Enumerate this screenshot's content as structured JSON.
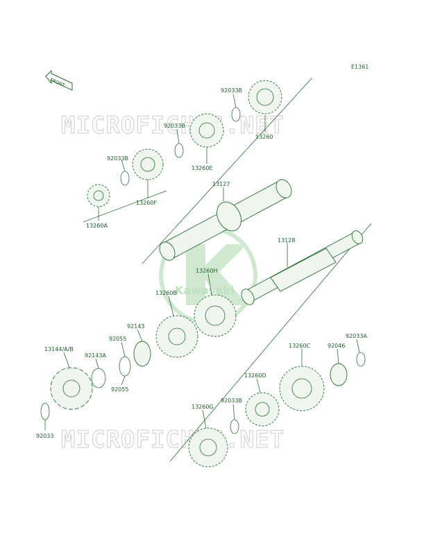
{
  "diagram_code": "E1361",
  "front_label": "FRONT",
  "watermark_text": "MICROFICHES.NET",
  "brand_text": "Kawasaki",
  "colors": {
    "ink": "#2a6a36",
    "watermark": "#d4d4d4",
    "logo": "#cfe8cf"
  },
  "parts": {
    "p_92033B_top": "92033B",
    "p_13260": "13260",
    "p_92033B_mid": "92033B",
    "p_13260E": "13260E",
    "p_92033B_left": "92033B",
    "p_13260F": "13260F",
    "p_13260A": "13260A",
    "p_13127": "13127",
    "p_13128": "13128",
    "p_13260H": "13260H",
    "p_13260B": "13260B",
    "p_92143": "92143",
    "p_92055_top": "92055",
    "p_92055_bot": "92055",
    "p_13144": "13144/A/B",
    "p_92143A": "92143A",
    "p_92033": "92033",
    "p_13260C": "13260C",
    "p_92046": "92046",
    "p_92033A": "92033A",
    "p_13260D": "13260D",
    "p_92033B_low": "92033B",
    "p_13260G": "13260G"
  }
}
